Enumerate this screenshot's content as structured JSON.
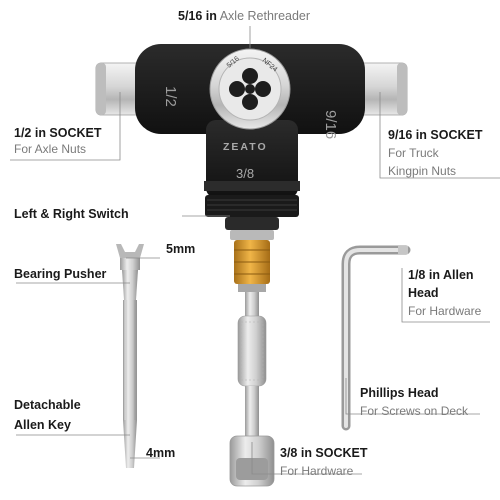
{
  "tool": {
    "brand": "ZEATO",
    "die_labels": [
      "5/16",
      "NF24"
    ],
    "left_arm_mark": "1/2",
    "right_arm_mark": "9/16",
    "stem_mark": "3/8"
  },
  "callouts": {
    "rethreader": {
      "size": "5/16 in",
      "name": "Axle Rethreader"
    },
    "half_socket": {
      "title": "1/2 in SOCKET",
      "sub": "For Axle Nuts"
    },
    "nine16_socket": {
      "title": "9/16 in SOCKET",
      "sub_line1": "For Truck",
      "sub_line2": "Kingpin Nuts"
    },
    "switch": {
      "title": "Left & Right Switch"
    },
    "five_mm": {
      "title": "5mm"
    },
    "bearing": {
      "title": "Bearing Pusher"
    },
    "allen_head": {
      "title_line1": "1/8 in Allen",
      "title_line2": "Head",
      "sub": "For Hardware"
    },
    "allen_key": {
      "title_line1": "Detachable",
      "title_line2": "Allen Key"
    },
    "phillips": {
      "title": "Phillips Head",
      "sub": "For Screws on Deck"
    },
    "three8_socket": {
      "title": "3/8 in SOCKET",
      "sub": "For Hardware"
    },
    "four_mm": {
      "title": "4mm"
    }
  },
  "colors": {
    "body": "#1e1e1e",
    "chrome": "#c9c9c9",
    "gold": "#d89a2b",
    "leader": "#8a8a8a"
  }
}
